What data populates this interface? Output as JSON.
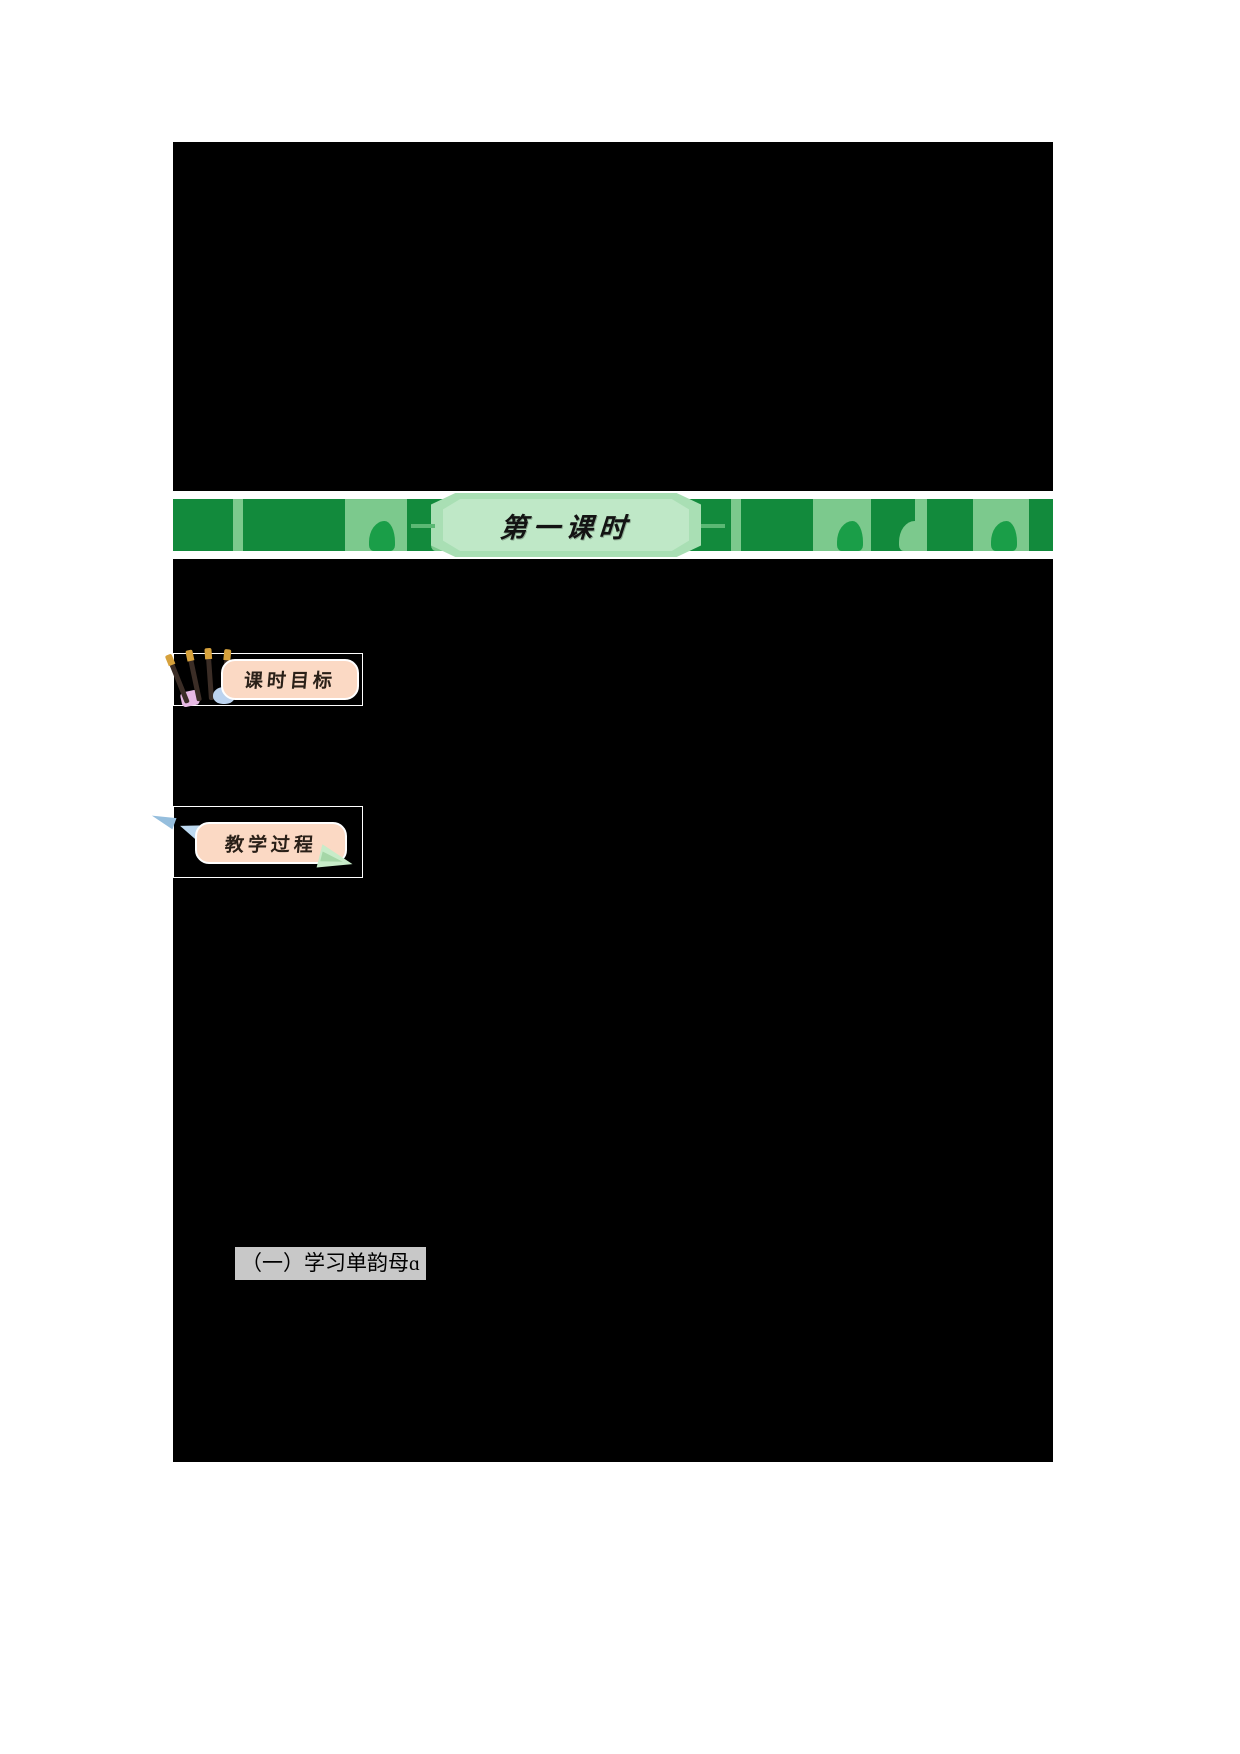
{
  "document": {
    "page_background": "#ffffff",
    "content_block_color": "#000000"
  },
  "banner": {
    "title": "第一课时",
    "strip_color": "#128a3c",
    "accent_color": "#7cc98d",
    "plaque_color": "#bfe8c7"
  },
  "badges": [
    {
      "id": "objectives",
      "label": "课时目标",
      "pill_color": "#fbd9c4",
      "decoration": "paint-brushes"
    },
    {
      "id": "process",
      "label": "教学过程",
      "pill_color": "#fbd9c4",
      "decoration": "paper-planes"
    }
  ],
  "headings": {
    "section_one": "（一）学习单韵母ɑ",
    "highlight_color": "#c8c8c8"
  }
}
